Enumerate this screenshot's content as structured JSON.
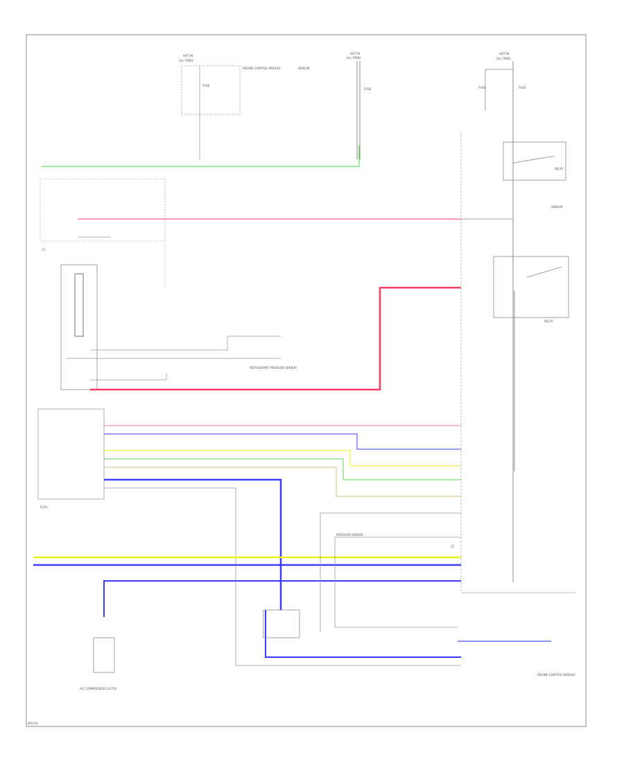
{
  "labels": {
    "hot_at_left": "HOT IN",
    "hot_at_left_sub": "ALL TIMES",
    "hot_at_mid": "HOT IN",
    "hot_at_mid_sub": "ALL TIMES",
    "hot_at_right": "HOT IN",
    "hot_at_right_sub": "ALL TIMES",
    "fuse_left": "FUSE",
    "fuse_mid": "FUSE",
    "fuse_right": "FUSE",
    "fuse_right2": "FUSE",
    "ecm_block": "ENGINE CONTROL MODULE",
    "relay_1": "RELAY",
    "relay_2": "RELAY",
    "sensor_label": "SENSOR",
    "connector_left": "C1",
    "connector_right": "C2",
    "ground_label": "G101",
    "bottom_left_component": "A/C COMPRESSOR CLUTCH",
    "bottom_right_component": "ENGINE CONTROL MODULE",
    "corner_id": "W1234",
    "middle_component_1": "PRESSURE SENSOR",
    "middle_component_2": "REFRIGERANT PRESSURE SENSOR",
    "mid_box": "SENSOR"
  },
  "colors": {
    "frame": "#888888",
    "green": "#35e02c",
    "red": "#ff3a5c",
    "blue": "#3a3aff",
    "yellow": "#e9f21a",
    "olive": "#b7b760",
    "gray": "#9a9a9a",
    "pink": "#ff7aa0",
    "tan": "#d9c079",
    "lightblue": "#6b6bff",
    "darkgreen": "#5cd155"
  }
}
